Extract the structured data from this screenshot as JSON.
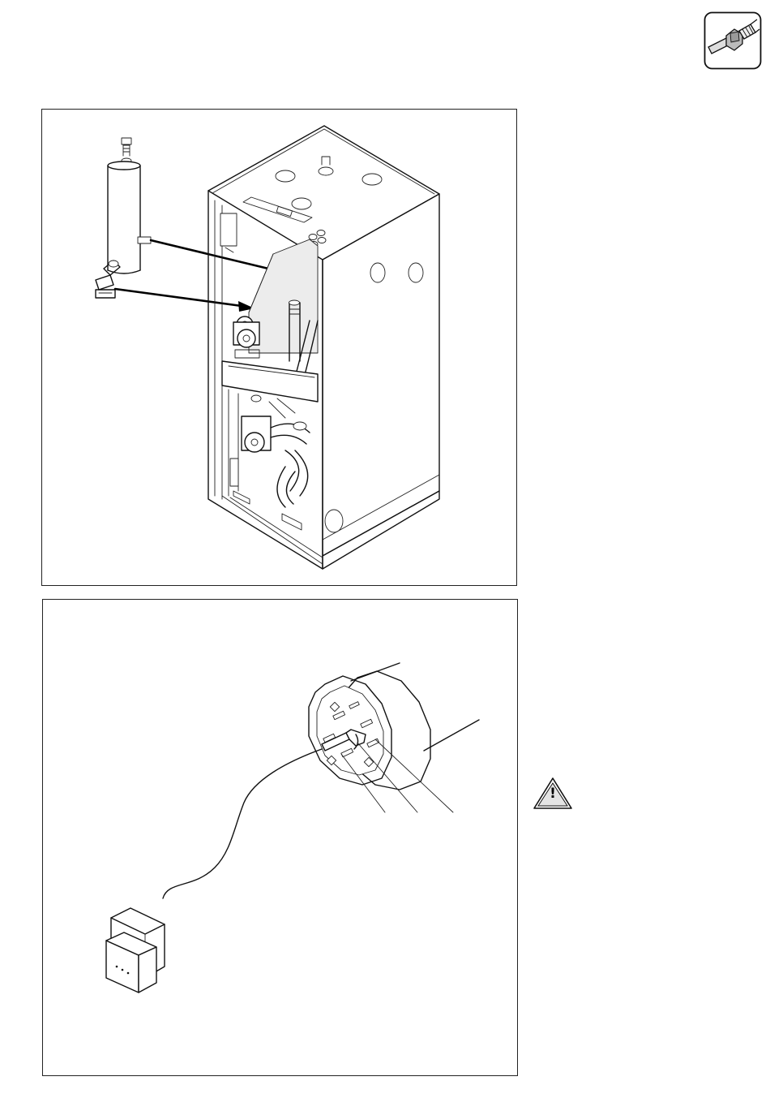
{
  "page": {
    "section_icon": "pipe-fitting-icon",
    "warning_icon": "warning-triangle-icon",
    "warning_symbol": "!",
    "colors": {
      "ink": "#111111",
      "paper": "#ffffff",
      "shade": "#d6d6d6"
    }
  },
  "figures": [
    {
      "id": "figure-boiler-cutaway",
      "icon": "boiler-unit-illustration"
    },
    {
      "id": "figure-heating-element-connector",
      "icon": "connector-plug-illustration"
    }
  ]
}
